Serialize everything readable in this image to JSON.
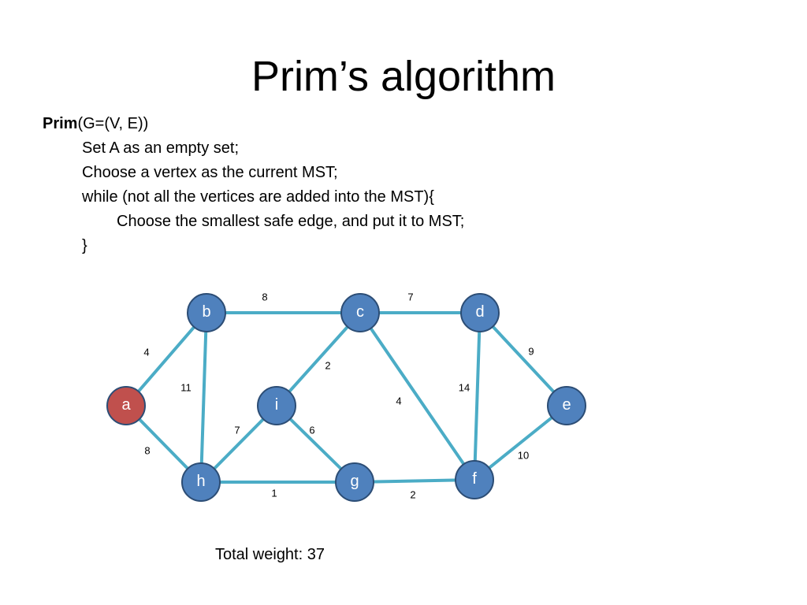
{
  "slide": {
    "title": "Prim’s algorithm",
    "pseudocode": {
      "func_name": "Prim",
      "func_args": "(G=(V, E))",
      "line1": "Set A as an empty set;",
      "line2": "Choose a vertex as the current MST;",
      "line3": "while (not all the vertices are added into the MST){",
      "line4": "Choose the smallest safe edge, and put it to MST;",
      "line5": "}"
    },
    "total_label": "Total weight: 37"
  },
  "graph": {
    "colors": {
      "edge": "#4bacc6",
      "node_fill": "#4f81bd",
      "node_stroke": "#2c4d75",
      "start_fill": "#c0504d",
      "start_stroke": "#8c3836"
    },
    "nodes": [
      {
        "id": "a",
        "label": "a",
        "start": true
      },
      {
        "id": "b",
        "label": "b"
      },
      {
        "id": "c",
        "label": "c"
      },
      {
        "id": "d",
        "label": "d"
      },
      {
        "id": "e",
        "label": "e"
      },
      {
        "id": "f",
        "label": "f"
      },
      {
        "id": "g",
        "label": "g"
      },
      {
        "id": "h",
        "label": "h"
      },
      {
        "id": "i",
        "label": "i"
      }
    ],
    "edges": [
      {
        "from": "a",
        "to": "b",
        "weight": "4"
      },
      {
        "from": "a",
        "to": "h",
        "weight": "8"
      },
      {
        "from": "b",
        "to": "h",
        "weight": "11"
      },
      {
        "from": "b",
        "to": "c",
        "weight": "8"
      },
      {
        "from": "c",
        "to": "d",
        "weight": "7"
      },
      {
        "from": "c",
        "to": "i",
        "weight": "2"
      },
      {
        "from": "c",
        "to": "f",
        "weight": "4"
      },
      {
        "from": "d",
        "to": "e",
        "weight": "9"
      },
      {
        "from": "d",
        "to": "f",
        "weight": "14"
      },
      {
        "from": "e",
        "to": "f",
        "weight": "10"
      },
      {
        "from": "i",
        "to": "h",
        "weight": "7"
      },
      {
        "from": "i",
        "to": "g",
        "weight": "6"
      },
      {
        "from": "h",
        "to": "g",
        "weight": "1"
      },
      {
        "from": "g",
        "to": "f",
        "weight": "2"
      }
    ]
  }
}
